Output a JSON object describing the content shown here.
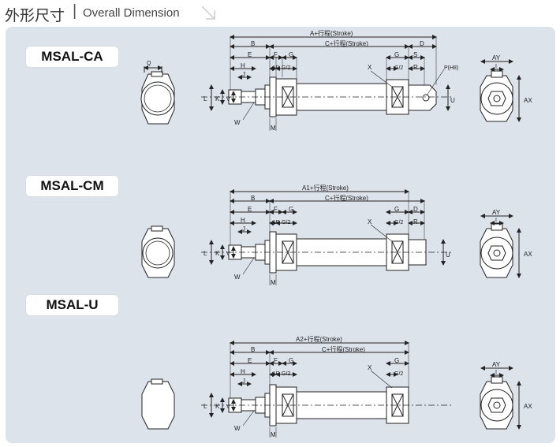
{
  "header": {
    "title_cn": "外形尺寸",
    "separator": "|",
    "title_en": "Overall Dimension"
  },
  "sections": [
    {
      "model": "MSAL-CA",
      "total_label": "A+行程(Stroke)",
      "c_label": "C+行程(Stroke)"
    },
    {
      "model": "MSAL-CM",
      "total_label": "A1+行程(Stroke)",
      "c_label": "C+行程(Stroke)"
    },
    {
      "model": "MSAL-U",
      "total_label": "A2+行程(Stroke)",
      "c_label": "C+行程(Stroke)"
    }
  ],
  "dims": {
    "B": "B",
    "D": "D",
    "E": "E",
    "F": "F",
    "G": "G",
    "G2": "G/2",
    "S": "S",
    "H": "H",
    "J": "J",
    "AR": "AR",
    "K": "K",
    "L": "L",
    "V": "V",
    "W": "W",
    "M": "M",
    "X": "X",
    "R": "R",
    "P": "P(H8)",
    "U": "U",
    "AY": "AY",
    "AX": "AX",
    "Q": "Q",
    "I": "I"
  }
}
